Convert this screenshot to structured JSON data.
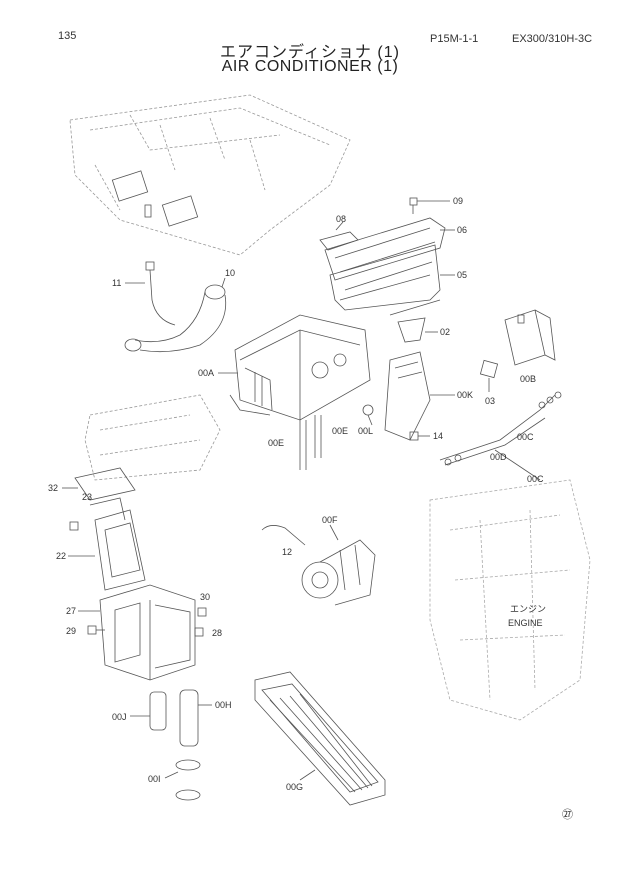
{
  "page_number": "135",
  "page_code": "P15M-1-1",
  "model": "EX300/310H-3C",
  "title_jp": "エアコンディショナ (1)",
  "title_en": "AIR CONDITIONER (1)",
  "engine_jp": "エンジン",
  "engine_en": "ENGINE",
  "footer_mark": "㉗",
  "parts": {
    "p09": "09",
    "p08": "08",
    "p06": "06",
    "p05": "05",
    "p11": "11",
    "p10": "10",
    "p02": "02",
    "p00B": "00B",
    "p00A": "00A",
    "p00K": "00K",
    "p03": "03",
    "p00L": "00L",
    "p14": "14",
    "p00C1": "00C",
    "p00E1": "00E",
    "p00E2": "00E",
    "p00D": "00D",
    "p00C2": "00C",
    "p32": "32",
    "p23": "23",
    "p00F": "00F",
    "p22": "22",
    "p12": "12",
    "p30": "30",
    "p27": "27",
    "p29": "29",
    "p28": "28",
    "p00J": "00J",
    "p00H": "00H",
    "p00I": "00I",
    "p00G": "00G"
  }
}
